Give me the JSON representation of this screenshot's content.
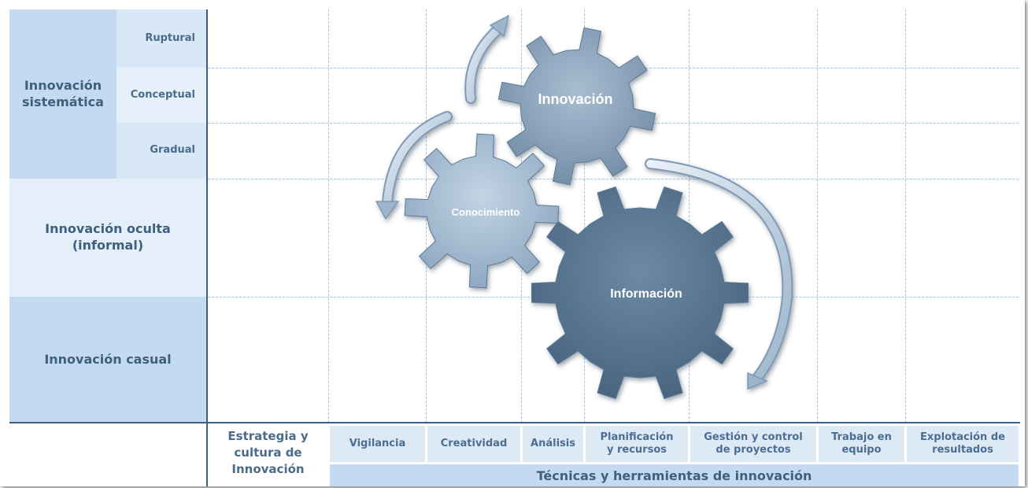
{
  "rows": {
    "sistematica": "Innovación sistemática",
    "ruptural": "Ruptural",
    "conceptual": "Conceptual",
    "gradual": "Gradual",
    "oculta_1": "Innovación oculta",
    "oculta_2": "(informal)",
    "casual": "Innovación casual"
  },
  "columns": {
    "estrategia_1": "Estrategia y",
    "estrategia_2": "cultura de",
    "estrategia_3": "Innovación",
    "vigilancia": "Vigilancia",
    "creatividad": "Creatividad",
    "analisis": "Análisis",
    "planificacion_1": "Planificación",
    "planificacion_2": "y recursos",
    "gestion_1": "Gestión y control",
    "gestion_2": "de proyectos",
    "trabajo_1": "Trabajo en",
    "trabajo_2": "equipo",
    "explotacion_1": "Explotación de",
    "explotacion_2": "resultados",
    "group_label": "Técnicas y herramientas de innovación"
  },
  "gears": {
    "innovacion": "Innovación",
    "conocimiento": "Conocimiento",
    "informacion": "Información"
  },
  "colors": {
    "panel_dark": "#c4daf0",
    "panel_light": "#e4eff9",
    "grid": "#9fc3de",
    "axis": "#3d5f80",
    "gear_light": "#a8c0d6",
    "gear_mid": "#8da7bf",
    "gear_dark": "#5b7894"
  }
}
